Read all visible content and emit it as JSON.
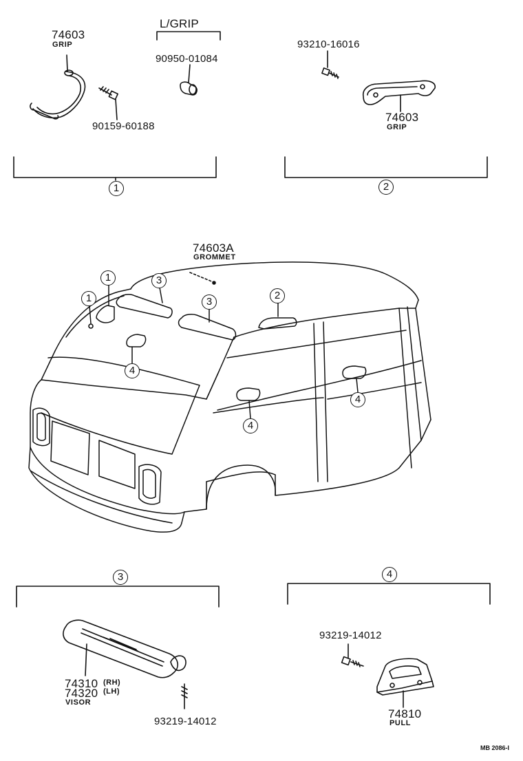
{
  "group1": {
    "callout": "1",
    "grip_part": "74603",
    "grip_name": "GRIP",
    "screw_part": "90159-60188",
    "lgrip_label": "L/GRIP",
    "lgrip_part": "90950-01084"
  },
  "group2": {
    "callout": "2",
    "screw_part": "93210-16016",
    "grip_part": "74603",
    "grip_name": "GRIP"
  },
  "vehicle": {
    "grommet_part": "74603A",
    "grommet_name": "GROMMET",
    "callouts": [
      "1",
      "1",
      "3",
      "3",
      "2",
      "4",
      "4",
      "4"
    ]
  },
  "group3": {
    "callout": "3",
    "visor_rh_part": "74310",
    "visor_rh_side": "(RH)",
    "visor_lh_part": "74320",
    "visor_lh_side": "(LH)",
    "visor_name": "VISOR",
    "screw_part": "93219-14012"
  },
  "group4": {
    "callout": "4",
    "screw_part": "93219-14012",
    "pull_part": "74810",
    "pull_name": "PULL"
  },
  "footer_code": "MB 2086-I"
}
